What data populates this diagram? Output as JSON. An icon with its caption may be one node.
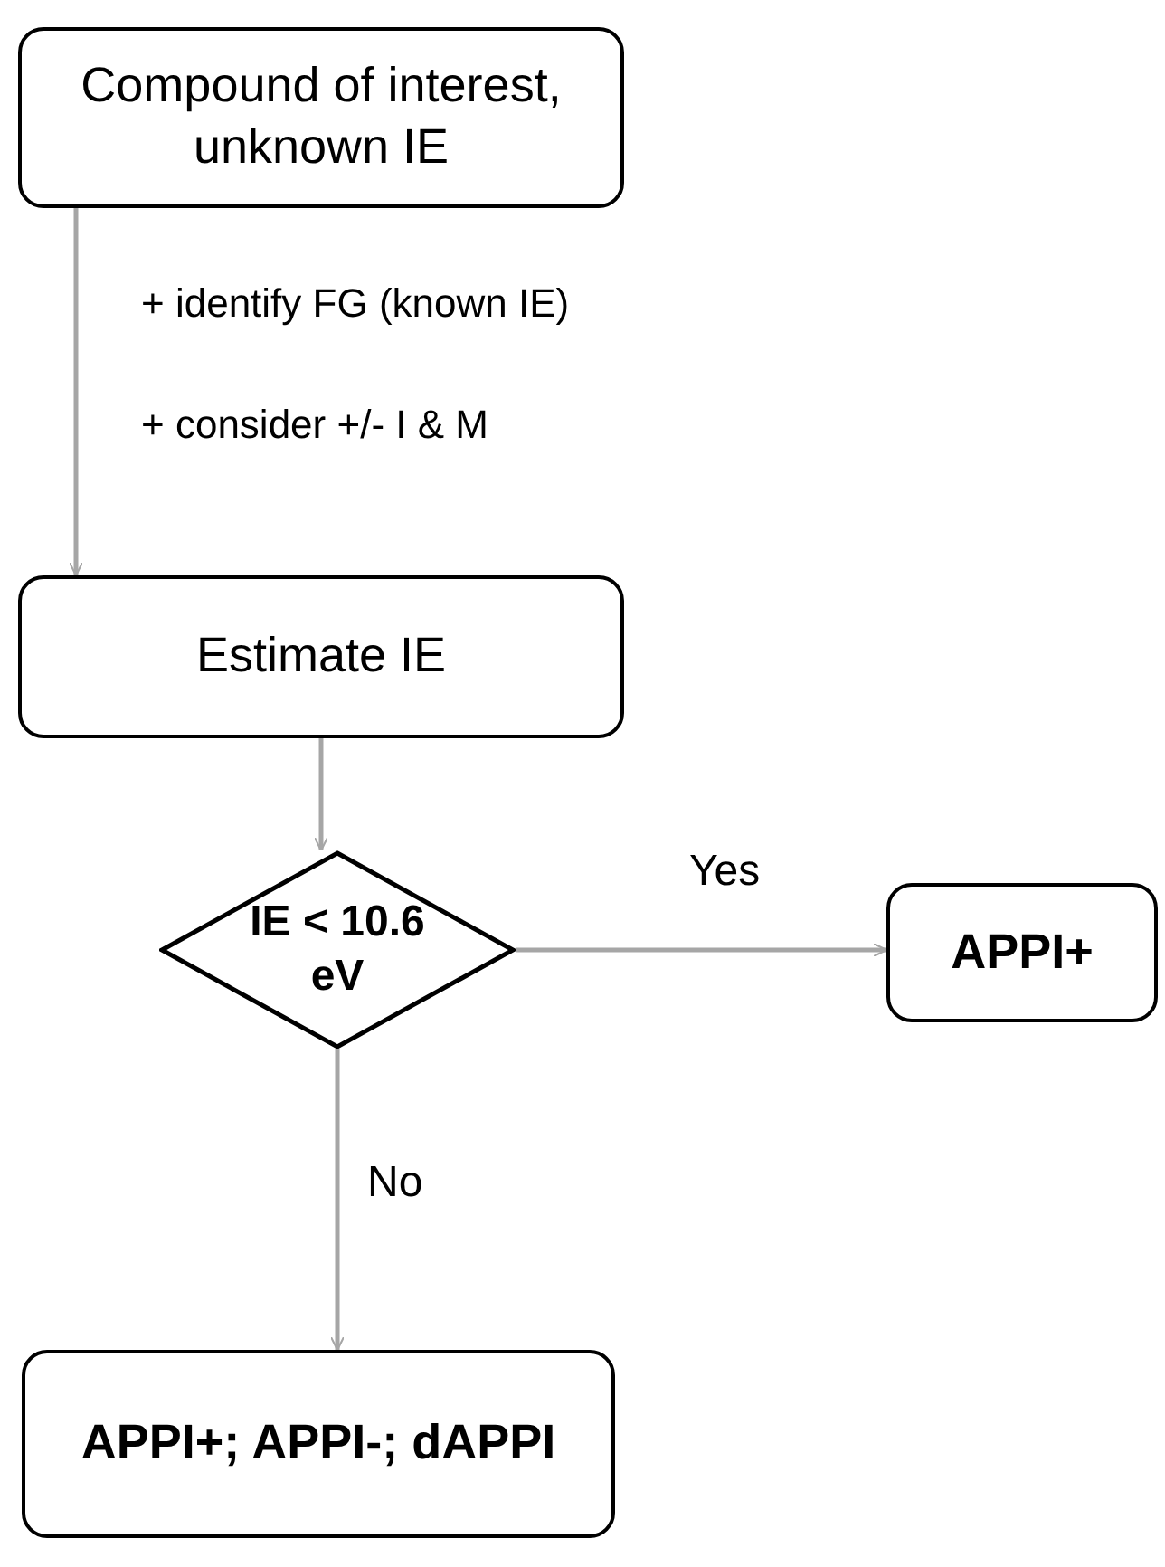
{
  "diagram": {
    "nodes": [
      {
        "text": [
          "Compound of interest, unknown IE"
        ]
      },
      {
        "text": [
          "Estimate IE"
        ]
      },
      {
        "text": [
          "IE < 10.6 eV"
        ]
      },
      {
        "text": [
          "APPI+"
        ]
      },
      {
        "text": [
          "APPI+; APPI-; dAPPI"
        ]
      }
    ],
    "edges": [
      {
        "from": 0,
        "to": 1,
        "arrow": "to"
      },
      {
        "from": 1,
        "to": 2,
        "arrow": "to"
      },
      {
        "from": 2,
        "to": 3,
        "arrow": "to",
        "label": "Yes"
      },
      {
        "from": 2,
        "to": 4,
        "arrow": "to",
        "label": "No"
      }
    ],
    "labels": [
      "+ identify FG (known IE)",
      "+ consider +/- I & M"
    ]
  }
}
